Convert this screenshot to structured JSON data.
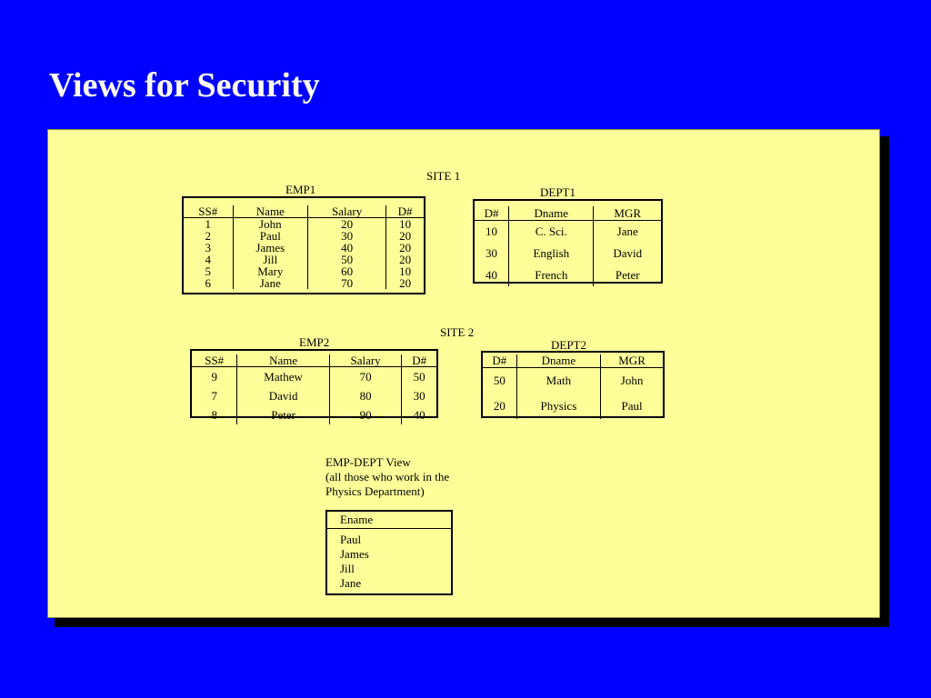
{
  "title": "Views for Security",
  "site1": {
    "label": "SITE 1",
    "emp1": {
      "label": "EMP1",
      "headers": [
        "SS#",
        "Name",
        "Salary",
        "D#"
      ],
      "rows": [
        [
          "1",
          "John",
          "20",
          "10"
        ],
        [
          "2",
          "Paul",
          "30",
          "20"
        ],
        [
          "3",
          "James",
          "40",
          "20"
        ],
        [
          "4",
          "Jill",
          "50",
          "20"
        ],
        [
          "5",
          "Mary",
          "60",
          "10"
        ],
        [
          "6",
          "Jane",
          "70",
          "20"
        ]
      ]
    },
    "dept1": {
      "label": "DEPT1",
      "headers": [
        "D#",
        "Dname",
        "MGR"
      ],
      "rows": [
        [
          "10",
          "C. Sci.",
          "Jane"
        ],
        [
          "30",
          "English",
          "David"
        ],
        [
          "40",
          "French",
          "Peter"
        ]
      ]
    }
  },
  "site2": {
    "label": "SITE 2",
    "emp2": {
      "label": "EMP2",
      "headers": [
        "SS#",
        "Name",
        "Salary",
        "D#"
      ],
      "rows": [
        [
          "9",
          "Mathew",
          "70",
          "50"
        ],
        [
          "7",
          "David",
          "80",
          "30"
        ],
        [
          "8",
          "Peter",
          "90",
          "40"
        ]
      ]
    },
    "dept2": {
      "label": "DEPT2",
      "headers": [
        "D#",
        "Dname",
        "MGR"
      ],
      "rows": [
        [
          "50",
          "Math",
          "John"
        ],
        [
          "20",
          "Physics",
          "Paul"
        ]
      ]
    }
  },
  "view": {
    "line1": "EMP-DEPT View",
    "line2": "(all those who work in the",
    "line3": "Physics Department)",
    "header": "Ename",
    "names": [
      "Paul",
      "James",
      "Jill",
      "Jane"
    ]
  }
}
